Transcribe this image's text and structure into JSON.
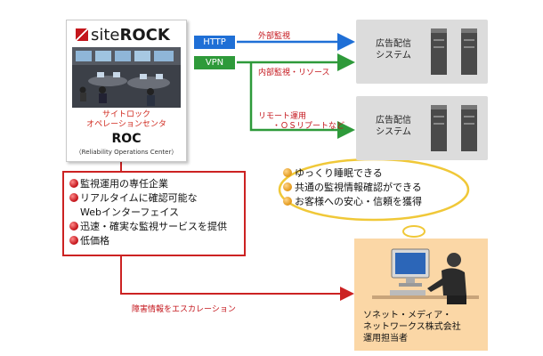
{
  "roc_card": {
    "logo_site": "site",
    "logo_rock": "ROCK",
    "subtitle_line1": "サイトロック",
    "subtitle_line2": "オペレーションセンタ",
    "name": "ROC",
    "full_name": "（Reliability Operations Center）"
  },
  "connections": {
    "http_label": "HTTP",
    "vpn_label": "VPN",
    "external_monitoring": "外部監視",
    "internal_monitoring": "内部監視・リソース",
    "remote_ops_line1": "リモート運用",
    "remote_ops_line2": "・ＯＳリプートなど"
  },
  "servers": [
    {
      "line1": "広告配信",
      "line2": "システム"
    },
    {
      "line1": "広告配信",
      "line2": "システム"
    }
  ],
  "features": [
    "監視運用の専任企業",
    "リアルタイムに確認可能な",
    "Webインターフェイス",
    "迅速・確実な監視サービスを提供",
    "低価格"
  ],
  "benefits": [
    "ゆっくり睡眠できる",
    "共通の監視情報確認ができる",
    "お客様への安心・信頼を獲得"
  ],
  "escalation_label": "障害情報をエスカレーション",
  "operator": {
    "line1": "ソネット・メディア・",
    "line2": "ネットワークス株式会社",
    "line3": "運用担当者"
  },
  "colors": {
    "http_blue": "#1f6fd6",
    "vpn_green": "#2e9a3a",
    "accent_red": "#cc2222",
    "bubble_yellow": "#f0c838",
    "operator_bg": "#fbd7a6",
    "server_bg": "#dcdcdc"
  }
}
